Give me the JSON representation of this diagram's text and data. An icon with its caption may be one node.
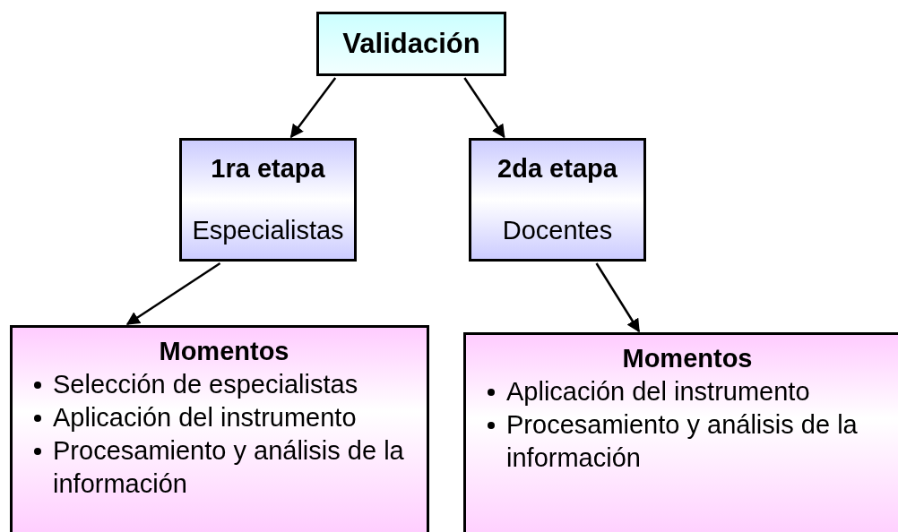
{
  "diagram": {
    "nodes": [
      {
        "text": [
          "Validación"
        ]
      },
      {
        "text": [
          "1ra etapa",
          "Especialistas"
        ]
      },
      {
        "text": [
          "2da etapa",
          "Docentes"
        ]
      },
      {
        "text": [
          "Momentos",
          "Selección de especialistas",
          "Aplicación del instrumento",
          "Procesamiento y análisis de la información"
        ]
      },
      {
        "text": [
          "Momentos",
          "Aplicación del instrumento",
          "Procesamiento y análisis de la información"
        ]
      }
    ],
    "edges": [
      {
        "from": 0,
        "to": 1,
        "arrow": "to"
      },
      {
        "from": 0,
        "to": 2,
        "arrow": "to"
      },
      {
        "from": 1,
        "to": 3,
        "arrow": "to"
      },
      {
        "from": 2,
        "to": 4,
        "arrow": "to"
      }
    ]
  }
}
